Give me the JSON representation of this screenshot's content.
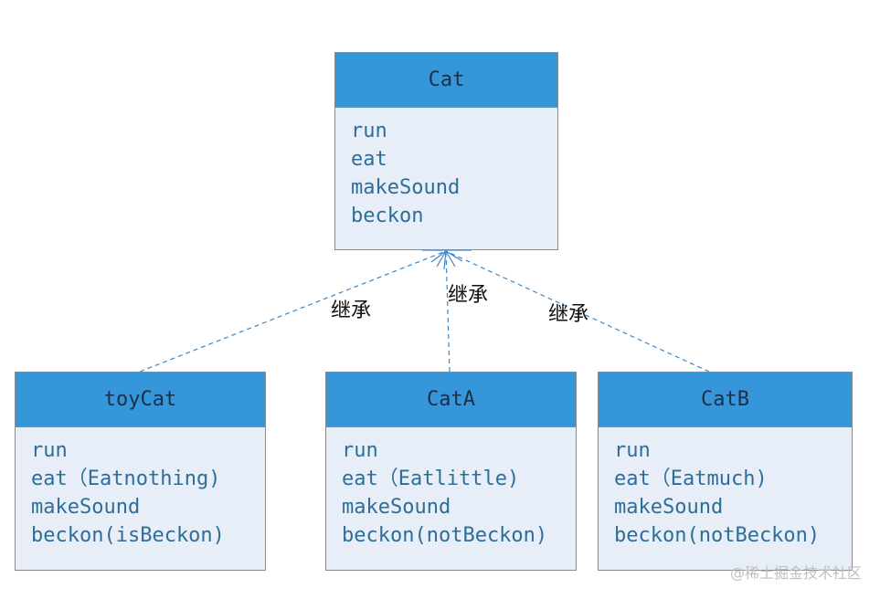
{
  "parent": {
    "name": "Cat",
    "members": [
      "run",
      "eat",
      "makeSound",
      "beckon"
    ]
  },
  "children": [
    {
      "name": "toyCat",
      "members": [
        "run",
        "eat（Eatnothing)",
        "makeSound",
        "beckon(isBeckon)"
      ]
    },
    {
      "name": "CatA",
      "members": [
        "run",
        "eat（Eatlittle)",
        "makeSound",
        "beckon(notBeckon)"
      ]
    },
    {
      "name": "CatB",
      "members": [
        "run",
        "eat（Eatmuch)",
        "makeSound",
        "beckon(notBeckon)"
      ]
    }
  ],
  "edge_labels": [
    "继承",
    "继承",
    "继承"
  ],
  "watermark": "@稀土掘金技术社区",
  "colors": {
    "header": "#3596d9",
    "body": "#e8eef7",
    "member_text": "#2d6e98",
    "edge": "#3a86c8"
  }
}
